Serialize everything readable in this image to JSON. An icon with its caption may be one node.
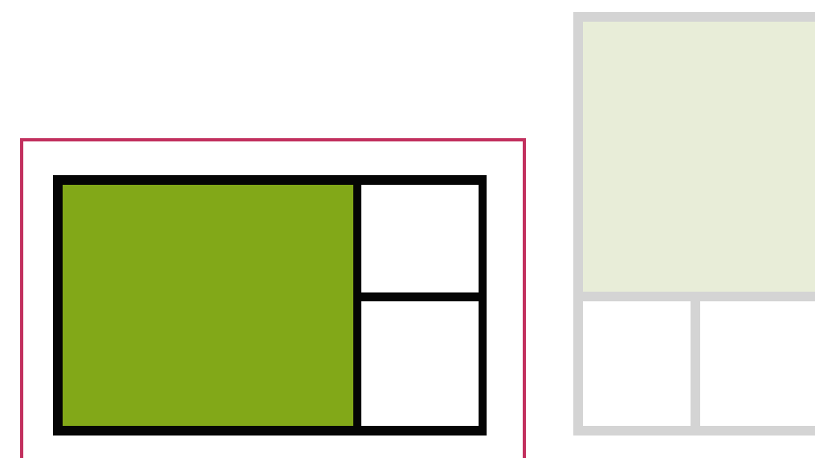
{
  "diagram": {
    "nodes": [
      {
        "text": [],
        "shape": "box"
      },
      {
        "text": [],
        "shape": "box",
        "in": 0
      },
      {
        "text": [],
        "shape": "box",
        "in": 1
      },
      {
        "text": [],
        "shape": "box",
        "in": 1
      },
      {
        "text": [],
        "shape": "box",
        "in": 1
      },
      {
        "text": [],
        "shape": "box"
      },
      {
        "text": [],
        "shape": "box",
        "in": 5
      },
      {
        "text": [],
        "shape": "box",
        "in": 5
      },
      {
        "text": [],
        "shape": "box",
        "in": 5
      }
    ]
  }
}
